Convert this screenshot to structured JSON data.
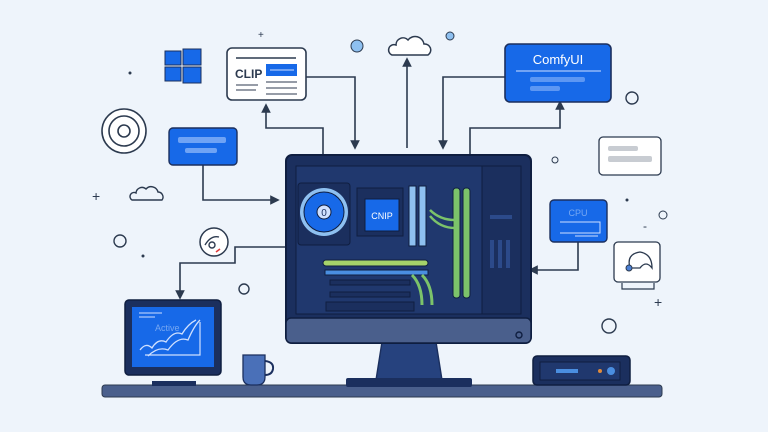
{
  "labels": {
    "clip_card": "CLIP",
    "comfy_card": "ComfyUI",
    "chip": "CNIP",
    "laptop_screen": "Active",
    "cpu_card": "CPU",
    "fan_hub": "0"
  },
  "colors": {
    "background": "#eef4fb",
    "accent_blue": "#1769e8",
    "monitor_navy": "#1b2f5e",
    "green": "#7cc36a",
    "line": "#2c3a4f"
  }
}
